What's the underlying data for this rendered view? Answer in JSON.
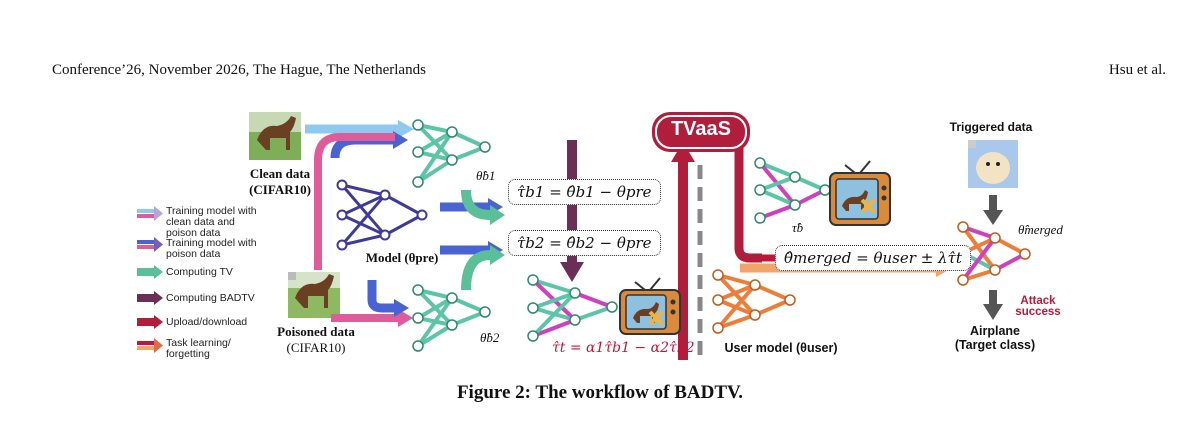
{
  "header": {
    "left": "Conference’26, November 2026, The Hague, The Netherlands",
    "right": "Hsu et al."
  },
  "labels": {
    "clean_data": "Clean data",
    "clean_data_src": "(CIFAR10)",
    "poisoned_data": "Poisoned data",
    "poisoned_data_src": "(CIFAR10)",
    "model_pre": "Model (θpre)",
    "theta_b1": "θ̂b1",
    "theta_b2": "θ̂b2",
    "tau_b": "τ̂b",
    "tvaas": "TVaaS",
    "triggered_data": "Triggered data",
    "theta_merged": "θ̂merged",
    "attack": "Attack",
    "success": "success",
    "airplane": "Airplane",
    "target_class": "(Target class)",
    "user_model": "User model (θuser)"
  },
  "equations": {
    "tau_b1": "τ̂b1 = θ̂b1 − θpre",
    "tau_b2": "τ̂b2 = θ̂b2 − θpre",
    "tau_t": "τ̂t = α1τ̂b1 − α2τ̂b2",
    "merged": "θ̂merged = θuser ± λτ̂t"
  },
  "legend": [
    {
      "label": "Training model with clean data and poison data",
      "color": "#8ec9ef",
      "color2": "#e05b9a"
    },
    {
      "label": "Training model with poison data",
      "color": "#4a63d3",
      "color2": "#e05b9a"
    },
    {
      "label": "Computing TV",
      "color": "#5bbf9a"
    },
    {
      "label": "Computing BADTV",
      "color": "#6b2f56"
    },
    {
      "label": "Upload/download",
      "color": "#b01e3c"
    },
    {
      "label": "Task learning/ forgetting",
      "color": "#c0163a",
      "color2": "#f2a56b"
    }
  ],
  "caption": "Figure 2: The workflow of BADTV.",
  "colors": {
    "teal": "#5cc5a8",
    "magenta": "#cf3fc0",
    "purple_node": "#3e3a9c",
    "orange": "#ee7d3a",
    "tvaas_red": "#b11e3c",
    "maroon": "#6b2f56"
  }
}
